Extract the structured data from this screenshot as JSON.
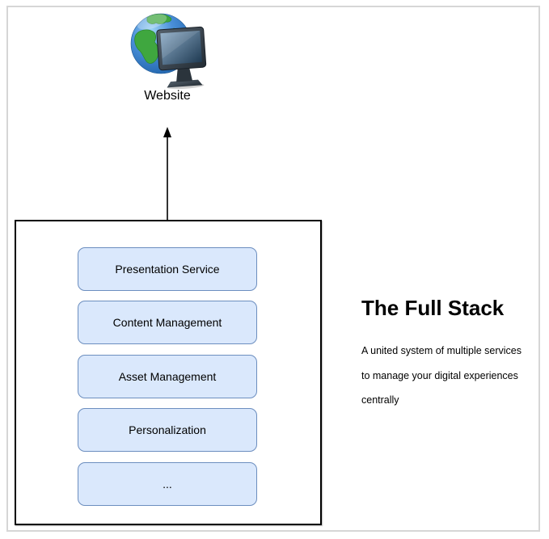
{
  "canvas": {
    "website": {
      "label": "Website"
    },
    "stack_box": {
      "items": [
        "Presentation Service",
        "Content Management",
        "Asset Management",
        "Personalization",
        "..."
      ]
    },
    "sidebar_text": {
      "title": "The Full Stack",
      "description_lines": [
        "A united system of multiple services",
        "to manage your digital experiences",
        "centrally"
      ]
    }
  },
  "colors": {
    "stack_item_fill": "#dae8fc",
    "stack_item_border": "#6c8ebf",
    "container_border": "#000000",
    "page_frame_border": "#d6d6d6",
    "text": "#000000"
  }
}
